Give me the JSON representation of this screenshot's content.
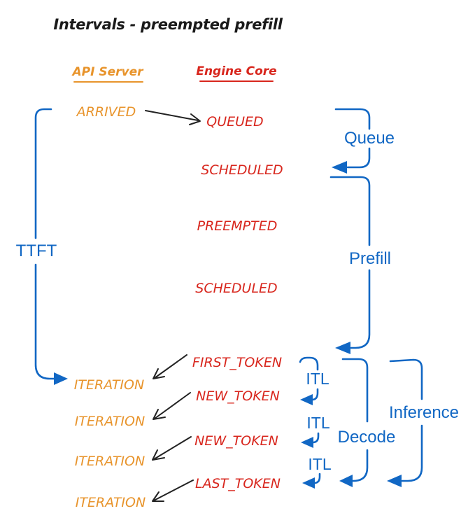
{
  "title": "Intervals - preempted prefill",
  "columns": {
    "api": "API Server",
    "engine": "Engine Core"
  },
  "events": {
    "api": [
      "ARRIVED",
      "ITERATION",
      "ITERATION",
      "ITERATION",
      "ITERATION"
    ],
    "engine": [
      "QUEUED",
      "SCHEDULED",
      "PREEMPTED",
      "SCHEDULED",
      "FIRST_TOKEN",
      "NEW_TOKEN",
      "NEW_TOKEN",
      "LAST_TOKEN"
    ]
  },
  "intervals": {
    "ttft": "TTFT",
    "queue": "Queue",
    "prefill": "Prefill",
    "itl": [
      "ITL",
      "ITL",
      "ITL"
    ],
    "decode": "Decode",
    "inference": "Inference"
  },
  "colors": {
    "api_server": "#E8942C",
    "engine_core": "#D8261D",
    "interval": "#1167C4",
    "arrow": "#222222",
    "title": "#1A1A1A",
    "background": "#FFFFFF"
  }
}
